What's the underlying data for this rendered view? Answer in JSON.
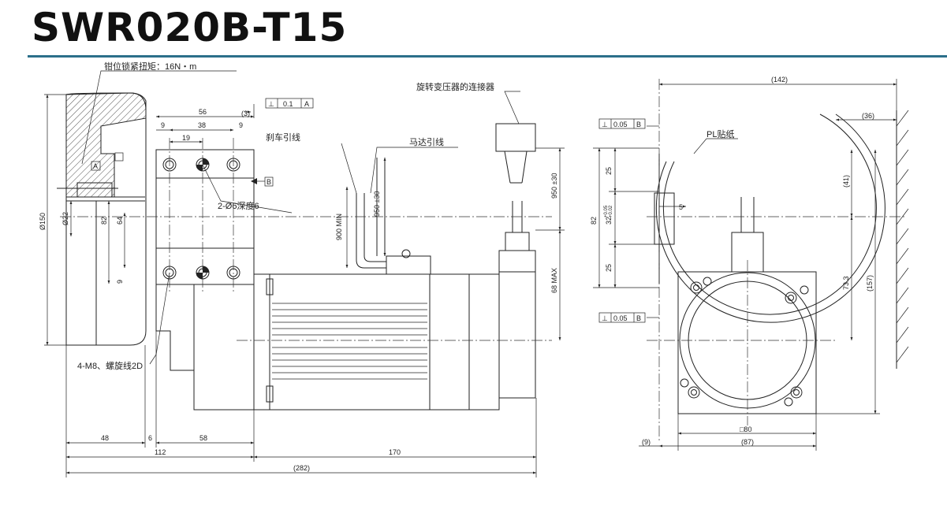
{
  "title": "SWR020B-T15",
  "colors": {
    "rule": "#2b6f8a",
    "line": "#222222"
  },
  "labels": {
    "lock_torque": "钳位锁紧扭矩：16N・m",
    "resolver_connector": "旋转变压器的连接器",
    "brake_lead": "刹车引线",
    "motor_lead": "马达引线",
    "pin_hole": "2-Ø6深度6",
    "tap": "4-M8、螺旋线2D",
    "pl_sticker": "PL贴纸"
  },
  "tolerances": {
    "perp_a_value": "0.1",
    "perp_a_datum": "A",
    "perp_b_value": "0.05",
    "perp_b_datum": "B",
    "datum_a": "A",
    "datum_b": "B",
    "perp_symbol": "⊥"
  },
  "dims_left": {
    "d56": "56",
    "d9a": "9",
    "d38": "38",
    "d9b": "9",
    "d19": "19",
    "d3": "(3)",
    "phi150": "Ø150",
    "phi22": "Ø22",
    "d82": "82",
    "d64": "64",
    "d9c": "9",
    "d48": "48",
    "d6": "6",
    "d58": "58",
    "d112": "112",
    "d170": "170",
    "d282": "(282)",
    "d900": "900 MIN",
    "d950a": "950 ±30",
    "d950b": "950 ±30",
    "d68": "68 MAX"
  },
  "dims_right": {
    "d142": "(142)",
    "d36": "(36)",
    "d25a": "25",
    "d82": "82",
    "d32": "32",
    "d32tol_upper": "+0.05",
    "d32tol_lower": "+0.02",
    "d25b": "25",
    "d5": "5",
    "d41": "(41)",
    "d733": "73.3",
    "d157": "(157)",
    "d80": "□80",
    "d9": "(9)",
    "d87": "(87)"
  }
}
